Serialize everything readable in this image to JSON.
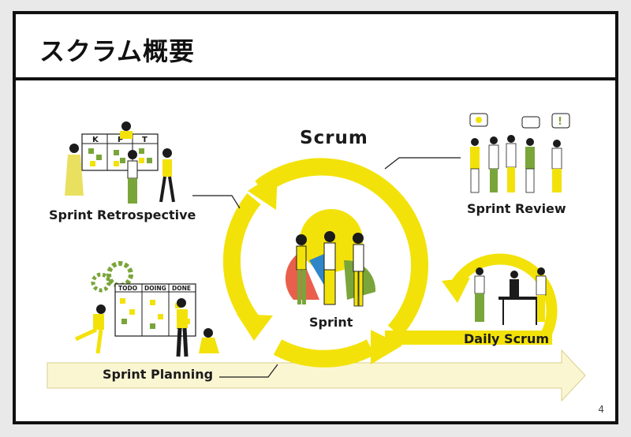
{
  "slide": {
    "title": "スクラム概要",
    "page_number": "4"
  },
  "diagram": {
    "center_title": "Scrum",
    "center_label": "Sprint",
    "labels": {
      "retrospective": "Sprint Retrospective",
      "review": "Sprint Review",
      "planning": "Sprint Planning",
      "daily": "Daily Scrum"
    },
    "kpt_headers": [
      "K",
      "P",
      "T"
    ],
    "board_headers": [
      "TODO",
      "DOING",
      "DONE"
    ]
  },
  "colors": {
    "accent_yellow": "#f3e20a",
    "arrow_pale": "#fbf6d2",
    "green": "#7aa53a",
    "red": "#e8604c",
    "blue": "#2e86c9",
    "ink": "#1b1b1b"
  }
}
